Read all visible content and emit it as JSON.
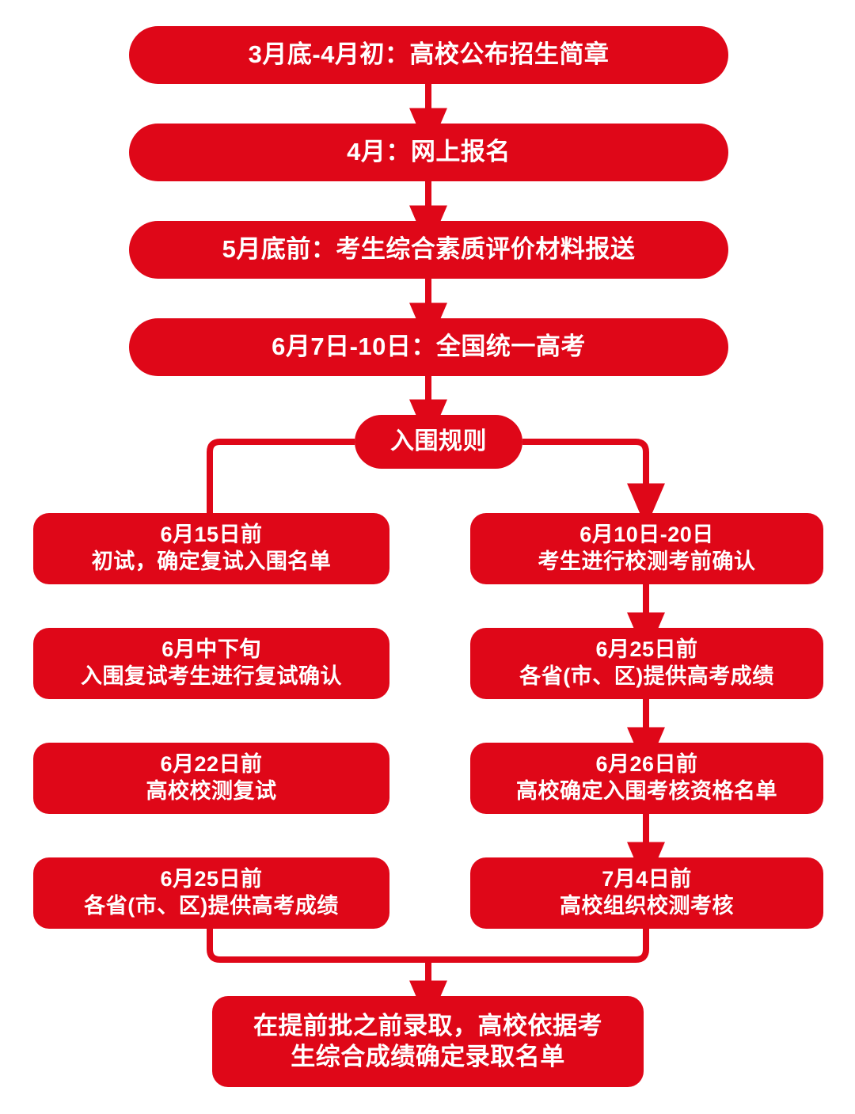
{
  "colors": {
    "box_red": "#DF0718",
    "connector_red": "#DF0718",
    "text_white": "#FFFFFF",
    "background": "#FFFFFF"
  },
  "flow": {
    "trunk": [
      {
        "id": "announcement",
        "text": "3月底-4月初：高校公布招生简章"
      },
      {
        "id": "register",
        "text": "4月：网上报名"
      },
      {
        "id": "materials",
        "text": "5月底前：考生综合素质评价材料报送"
      },
      {
        "id": "gaokao",
        "text": "6月7日-10日：全国统一高考"
      }
    ],
    "decision": {
      "id": "rule",
      "text": "入围规则"
    },
    "left_branch": [
      {
        "date": "6月15日前",
        "desc": "初试，确定复试入围名单"
      },
      {
        "date": "6月中下旬",
        "desc": "入围复试考生进行复试确认"
      },
      {
        "date": "6月22日前",
        "desc": "高校校测复试"
      },
      {
        "date": "6月25日前",
        "desc": "各省(市、区)提供高考成绩"
      }
    ],
    "right_branch": [
      {
        "date": "6月10日-20日",
        "desc": "考生进行校测考前确认"
      },
      {
        "date": "6月25日前",
        "desc": "各省(市、区)提供高考成绩"
      },
      {
        "date": "6月26日前",
        "desc": "高校确定入围考核资格名单"
      },
      {
        "date": "7月4日前",
        "desc": "高校组织校测考核"
      }
    ],
    "final": {
      "line1": "在提前批之前录取，高校依据考",
      "line2": "生综合成绩确定录取名单"
    }
  }
}
